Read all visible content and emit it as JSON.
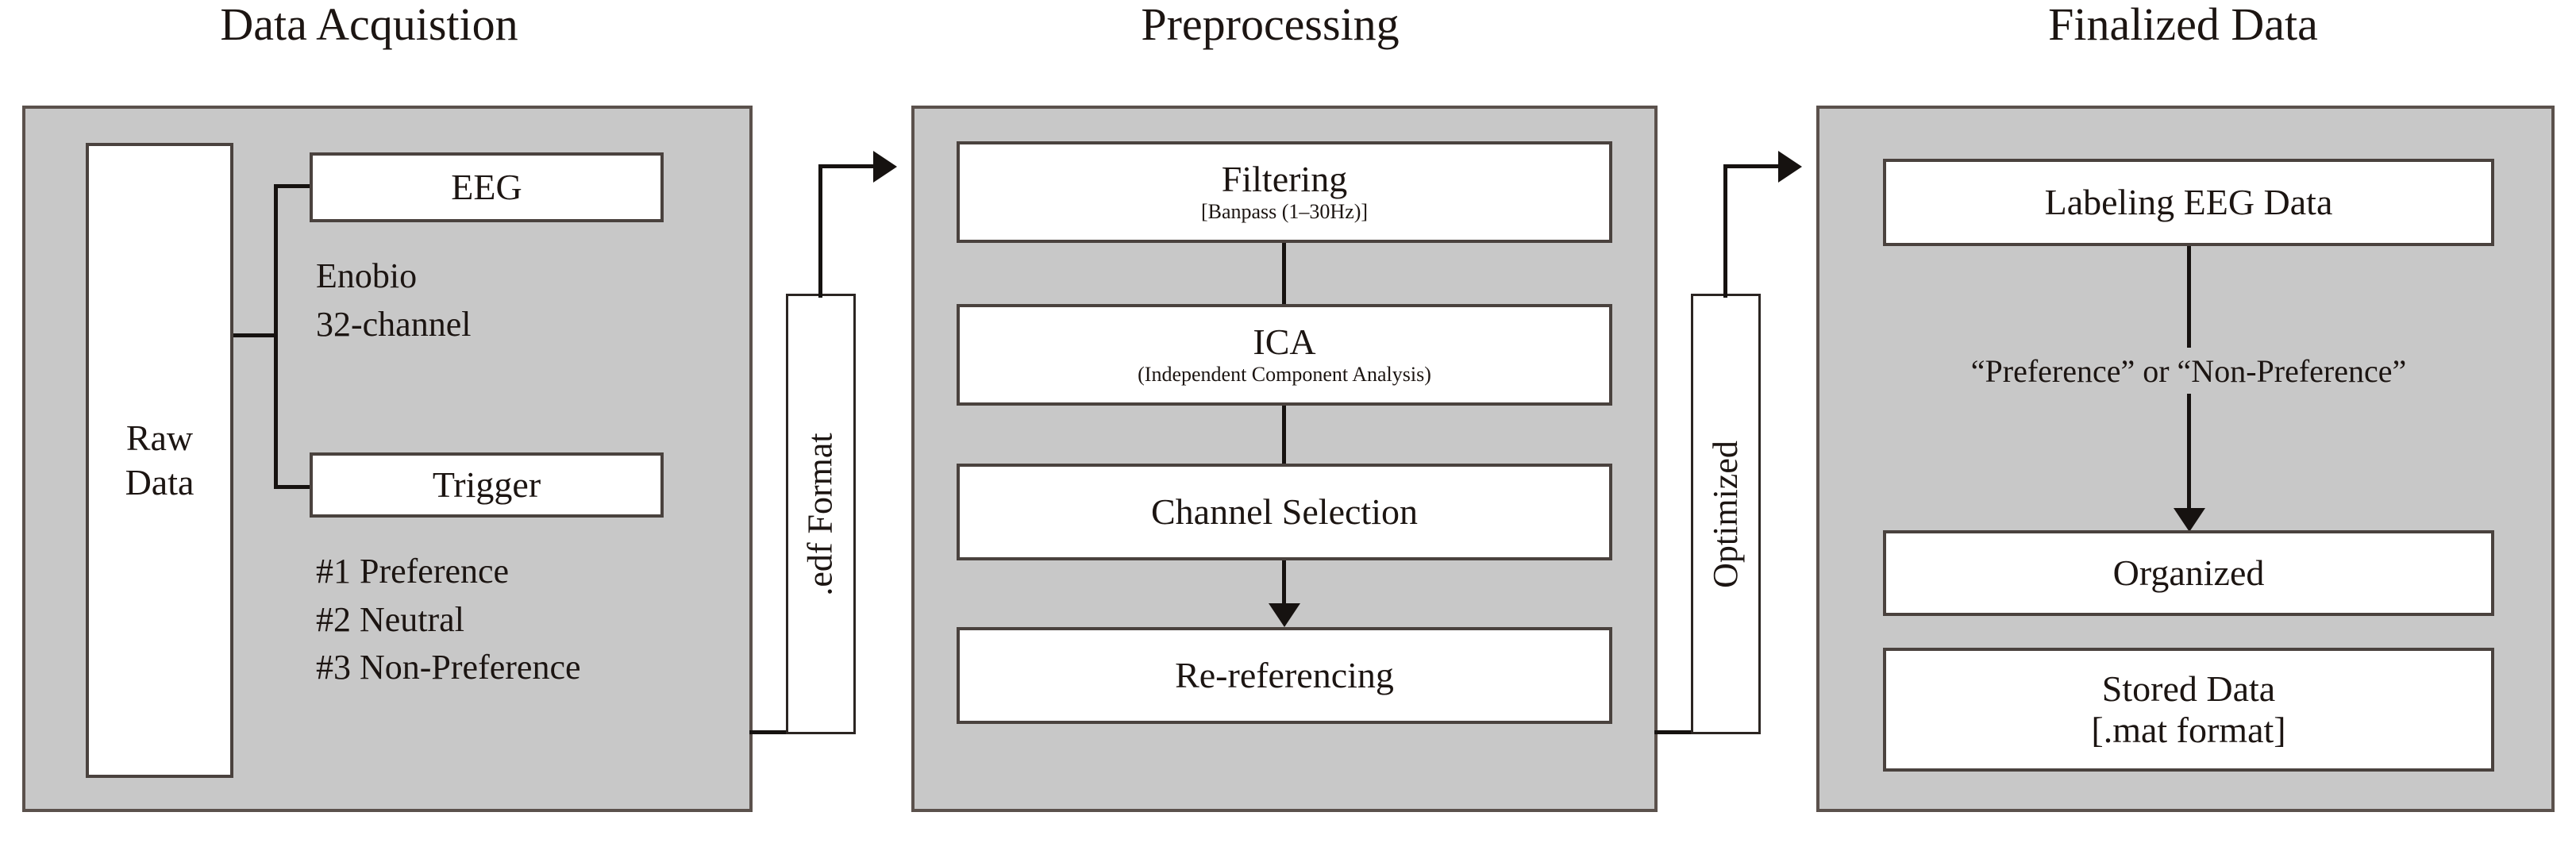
{
  "diagram": {
    "title": "EEG Data Processing Pipeline",
    "colors": {
      "panel_fill": "#c8c8c8",
      "panel_border": "#5b514c",
      "box_fill": "#ffffff",
      "box_border": "#4a423e",
      "line": "#161210",
      "text": "#1c1512",
      "background": "#ffffff"
    }
  },
  "sections": {
    "acquisition": {
      "heading": "Data Acquistion",
      "raw_data_box": "Raw\nData",
      "raw_data_line1": "Raw",
      "raw_data_line2": "Data",
      "eeg_box": "EEG",
      "eeg_note_line1": "Enobio",
      "eeg_note_line2": "32-channel",
      "trigger_box": "Trigger",
      "trigger_note_line1": "#1 Preference",
      "trigger_note_line2": "#2 Neutral",
      "trigger_note_line3": "#3 Non-Preference"
    },
    "preprocessing": {
      "heading": "Preprocessing",
      "steps": [
        {
          "title": "Filtering",
          "sub": "[Banpass (1–30Hz)]"
        },
        {
          "title": "ICA",
          "sub": "(Independent Component Analysis)"
        },
        {
          "title": "Channel Selection",
          "sub": ""
        },
        {
          "title": "Re-referencing",
          "sub": ""
        }
      ]
    },
    "finalized": {
      "heading": "Finalized Data",
      "labeling_box": "Labeling EEG Data",
      "branch_label": "“Preference” or “Non-Preference”",
      "organized_box": "Organized",
      "stored_box_line1": "Stored Data",
      "stored_box_line2": "[.mat format]"
    }
  },
  "connectors": {
    "edf_format_label": ".edf Format",
    "optimized_label": "Optimized"
  }
}
